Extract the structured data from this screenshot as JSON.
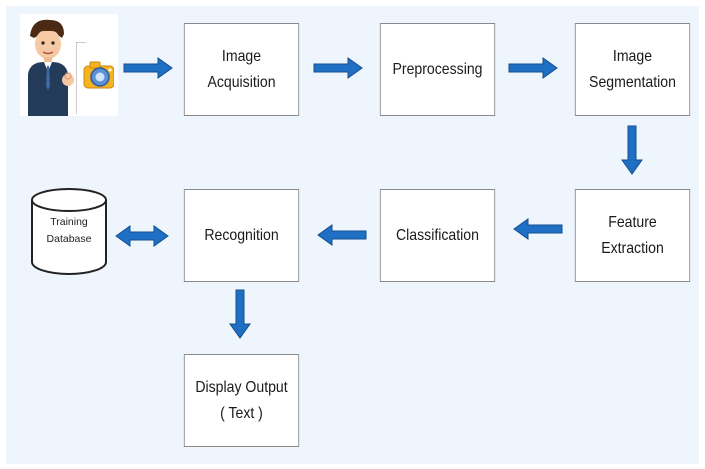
{
  "diagram": {
    "nodes": {
      "image_acquisition": "Image\nAcquisition",
      "preprocessing": "Preprocessing",
      "image_segmentation": "Image\nSegmentation",
      "feature_extraction": "Feature\nExtraction",
      "classification": "Classification",
      "recognition": "Recognition",
      "display_output": "Display Output\n( Text )",
      "training_database": "Training\nDatabase"
    },
    "icons": {
      "user": "person-icon",
      "camera": "camera-icon",
      "database": "database-cylinder-icon"
    },
    "colors": {
      "arrow": "#1f6fc4",
      "box_border": "#8a8a8a",
      "background": "#eef5fc"
    }
  }
}
